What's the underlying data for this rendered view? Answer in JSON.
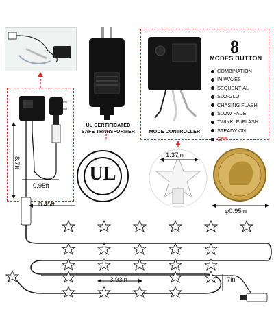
{
  "modes_header_number": "8",
  "modes_header_text": "MODES BUTTON",
  "modes": [
    "COMBINATION",
    "IN WAVES",
    "SEQUENTIAL",
    "SLO-GLO",
    "CHASING FLASH",
    "SLOW FADE",
    "TWINKLE /FLASH",
    "STEADY ON",
    "OFF"
  ],
  "transformer_caption_1": "UL CERTIFICATED",
  "transformer_caption_2": "SAFE TRANSFORMER",
  "controller_caption": "MODE CONTROLLER",
  "dimensions": {
    "cord_height": "8.7ft",
    "plug_cord": "0.95ft",
    "lead": "0.45ft",
    "star_width": "1.37in",
    "coin_diameter": "φ0.95in",
    "spacing": "3.93in",
    "tail": "7in"
  },
  "ul_logo_text": "UL",
  "colors": {
    "accent_red": "#d02a2a",
    "off_red": "#e0242a",
    "wire": "#1a1a1a",
    "coin_gold": "#c9a24a"
  }
}
